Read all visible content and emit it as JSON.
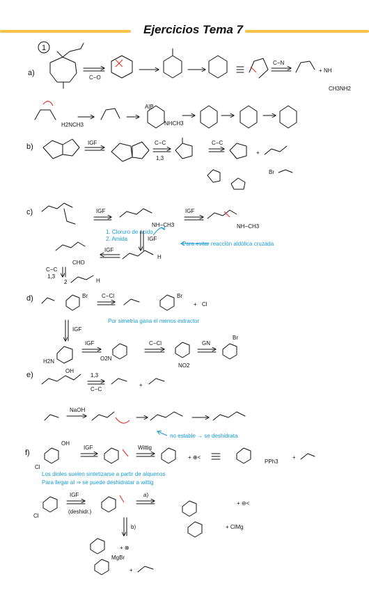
{
  "title": "Ejercicios Tema 7",
  "exercise_number": "1",
  "parts": {
    "a": "a)",
    "b": "b)",
    "c": "c)",
    "d": "d)",
    "e": "e)",
    "f": "f)"
  },
  "labels": {
    "a_co": "C−O",
    "a_cn": "C−N",
    "a_ch3nh2": "CH3NH2",
    "a_h2nch3": "H2NCH3",
    "a_ab": "A|B",
    "a_nhch3": "NHCH3",
    "b_igf": "IGF",
    "b_cc": "C−C",
    "b_13": "1,3",
    "b_cc2": "C−C",
    "b_br": "Br",
    "c_igf": "IGF",
    "c_igf2": "IGF",
    "c_igf3": "IGF",
    "c_igf4": "IGF",
    "c_nhch3": "NH−CH3",
    "c_nhch3_2": "NH−CH3",
    "c_cho": "CHO",
    "c_cc": "C−C",
    "c_13": "1,3",
    "c_note1": "1. Cloruro de ácido",
    "c_note2": "2. Amida",
    "c_note3": "Para evitar reacción aldólica cruzada",
    "c_h": "H",
    "c_2": "2",
    "d_ccl": "C−Cl",
    "d_br": "Br",
    "d_cl": "Cl",
    "d_note": "Por simetría gana el menos extractor",
    "d_igf": "IGF",
    "d_igf2": "IGF",
    "d_h2n": "H2N",
    "d_o2n": "O2N",
    "d_ccl2": "C−Cl",
    "d_no2": "NO2",
    "d_gn": "GN",
    "e_13": "1,3",
    "e_cc": "C−C",
    "e_naoh": "NaOH",
    "e_oh": "OH",
    "e_note": "no estable → se deshidrata",
    "f_oh": "OH",
    "f_igf": "IGF",
    "f_wittig": "Wittig",
    "f_pph3": "PPh3",
    "f_note1": "Los dioles suelen sintetizarse a partir de alquenos",
    "f_note2": "Para llegar al ⇒ se puede deshidratar a wittig",
    "f_igf2": "IGF",
    "f_deshidr": "(deshidr.)",
    "f_a": "a)",
    "f_b": "b)",
    "f_clmg": "+ ClMg",
    "f_mgbr": "MgBr",
    "f_cl": "Cl"
  }
}
